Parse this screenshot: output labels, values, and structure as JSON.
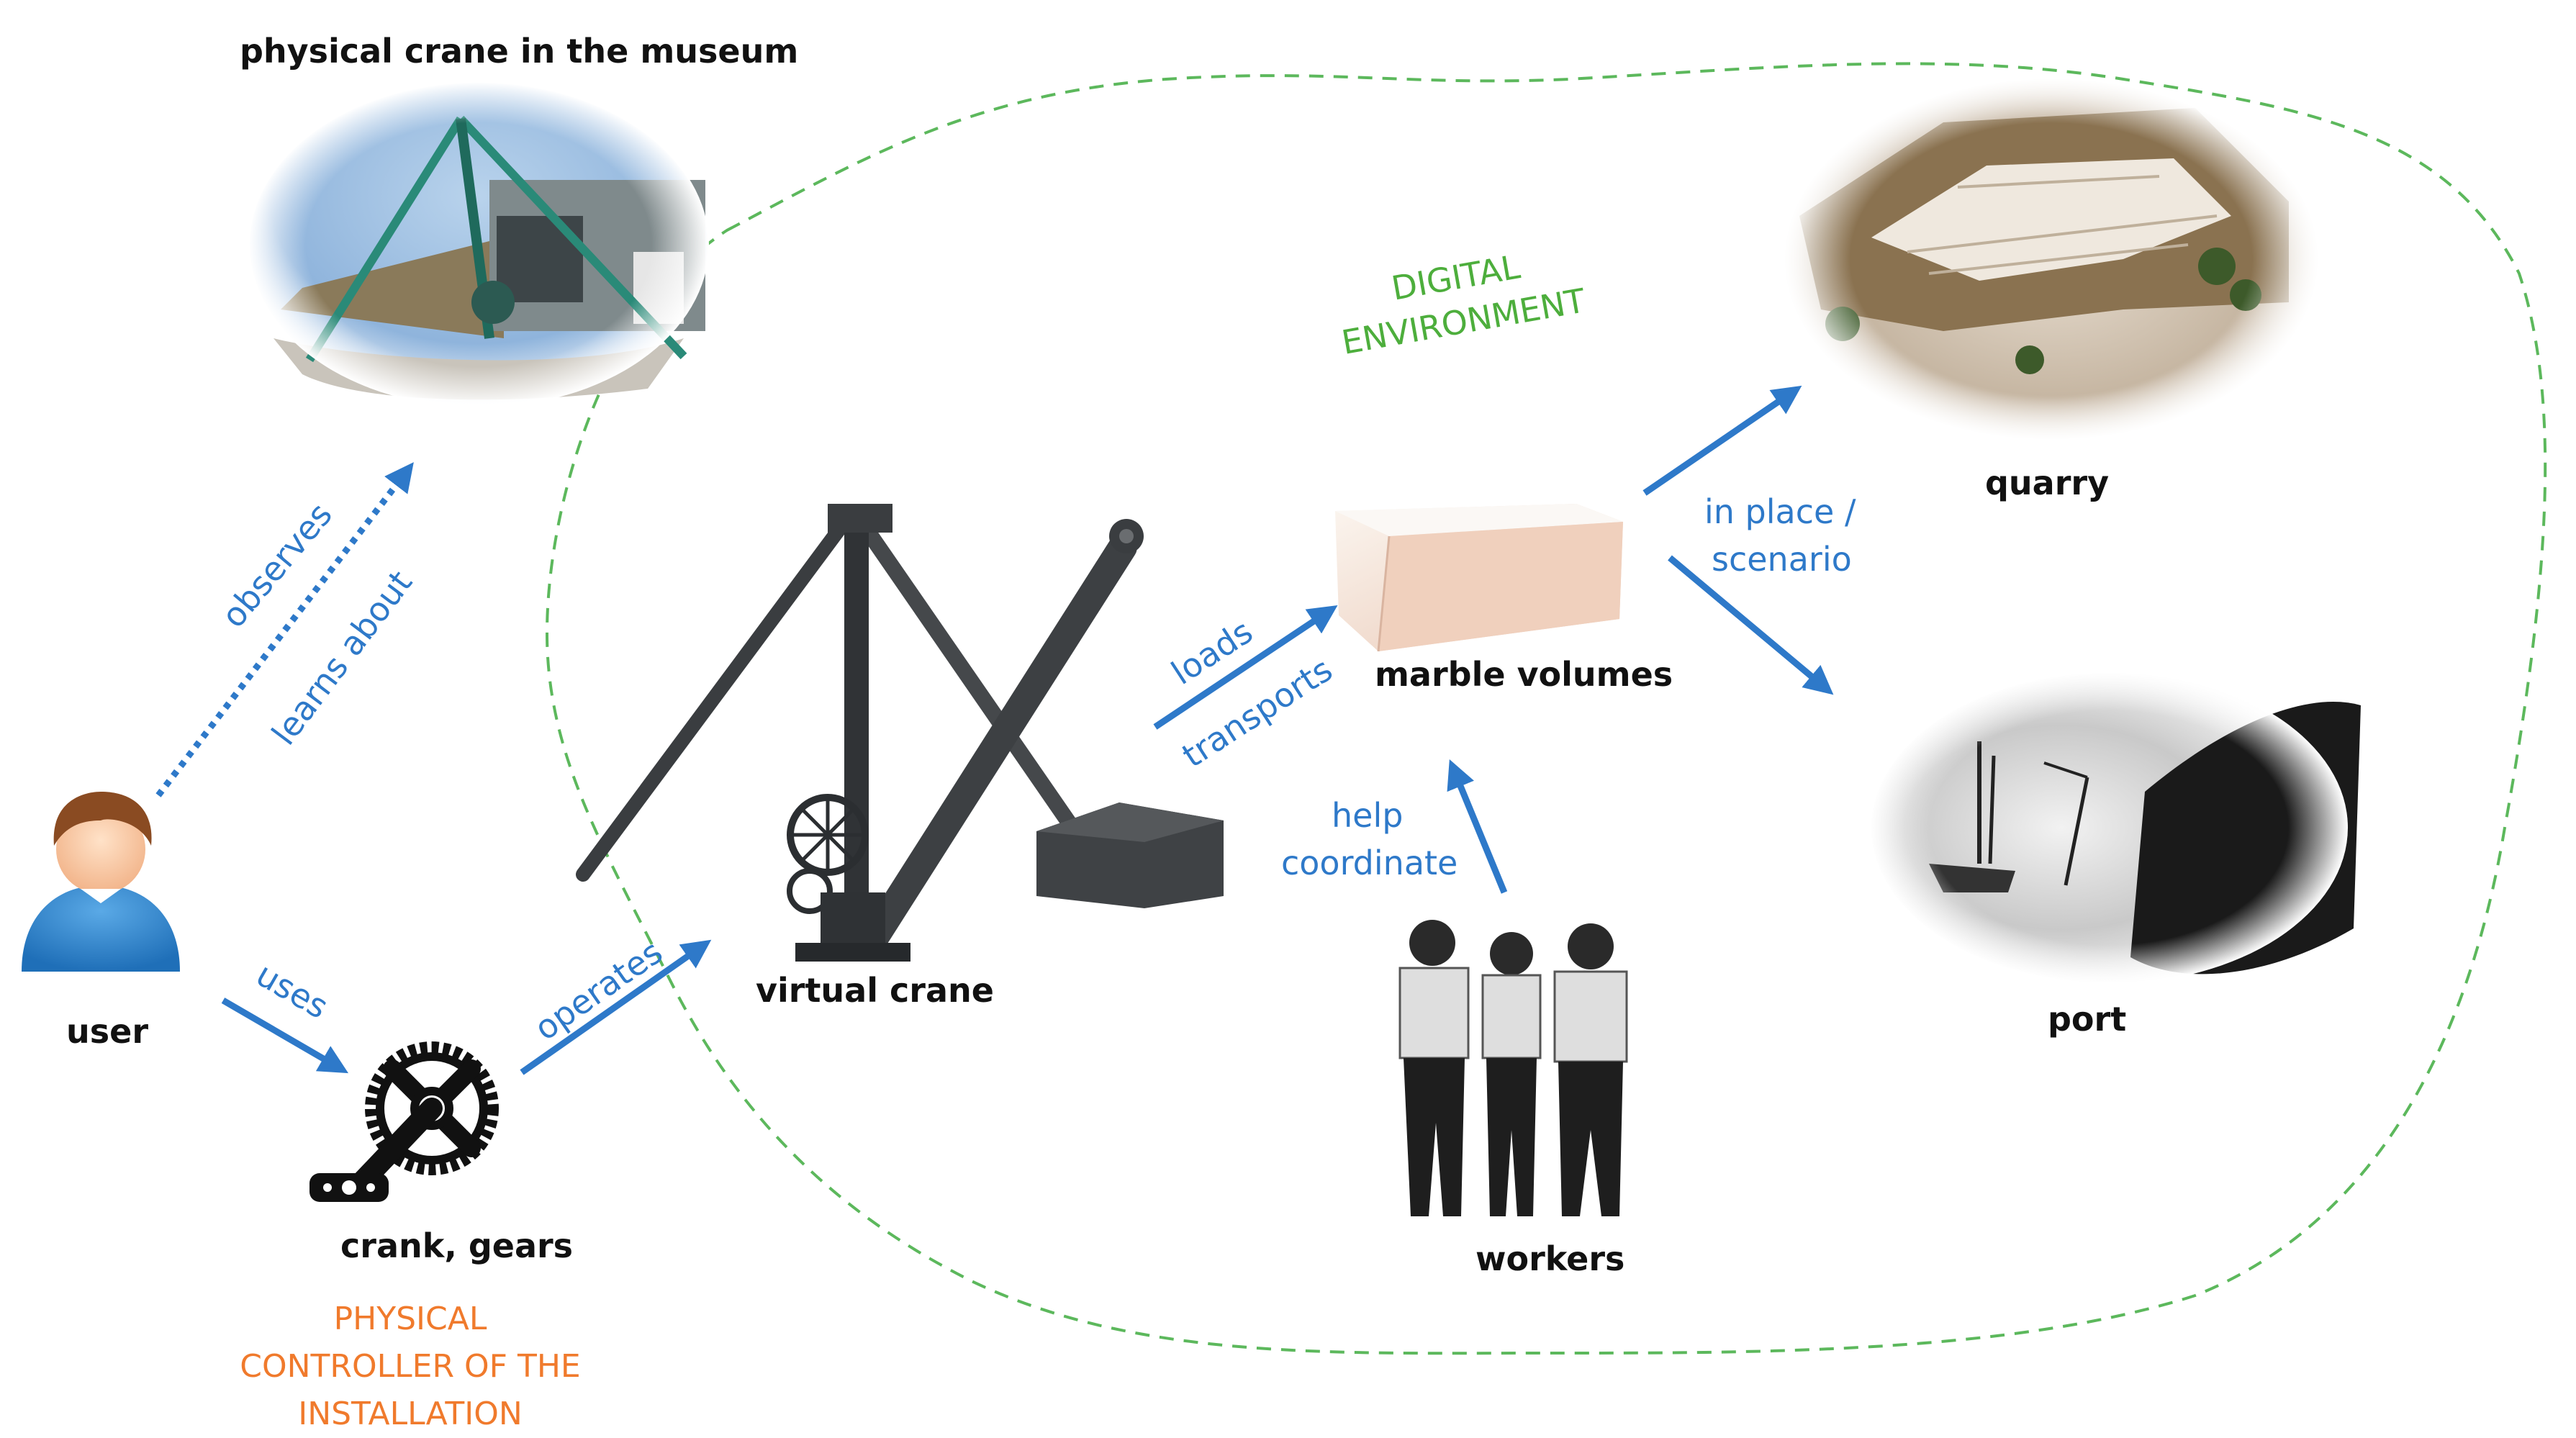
{
  "labels": {
    "physical_crane": "physical crane in the museum",
    "user": "user",
    "crank": "crank, gears",
    "physical_controller": "PHYSICAL CONTROLLER OF THE INSTALLATION",
    "virtual_crane": "virtual crane",
    "marble_volumes": "marble volumes",
    "workers": "workers",
    "quarry": "quarry",
    "port": "port",
    "digital_environment": "DIGITAL ENVIRONMENT"
  },
  "edges": {
    "observes": "observes",
    "learns_about": "learns about",
    "uses": "uses",
    "operates": "operates",
    "loads": "loads",
    "transports": "transports",
    "help": "help",
    "coordinate": "coordinate",
    "in_place": "in place /",
    "scenario": "scenario"
  },
  "colors": {
    "arrow": "#2e79c9",
    "boundary": "#5cb85c",
    "orange_text": "#f07a2c",
    "green_text": "#4dae3c"
  },
  "icons": [
    "user-icon",
    "crank-gear-icon",
    "virtual-crane-model",
    "marble-block",
    "workers-photo",
    "quarry-photo",
    "port-photo",
    "museum-crane-photo"
  ]
}
